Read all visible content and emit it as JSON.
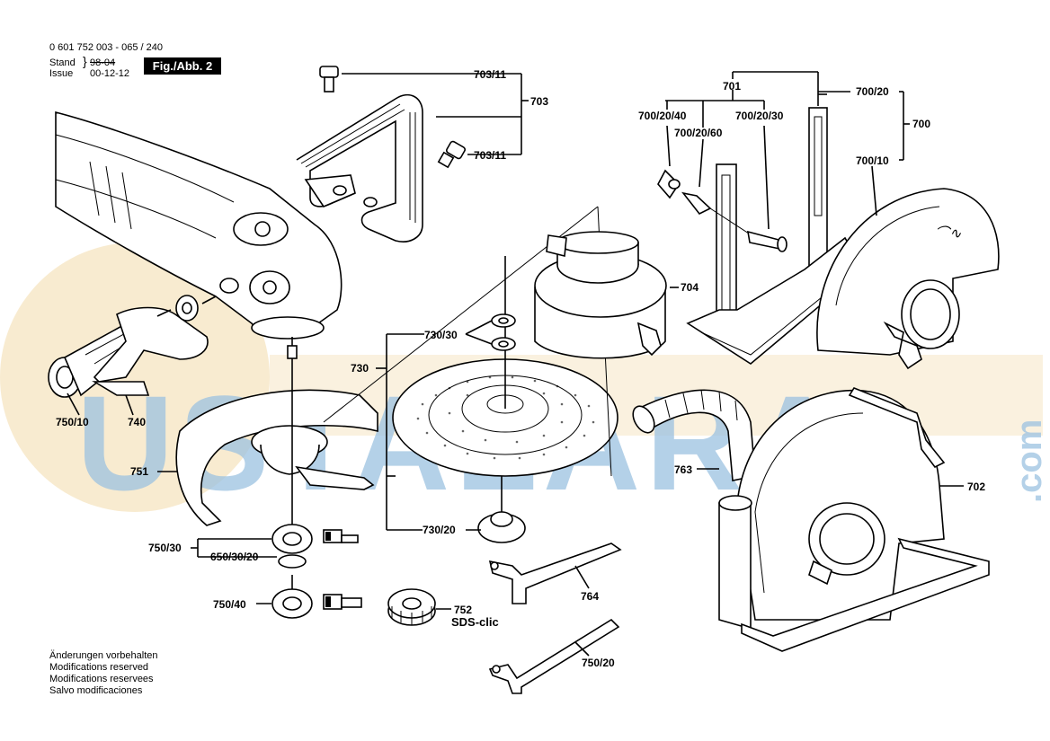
{
  "header": {
    "part_number": "0 601 752 003 - 065 / 240",
    "stand_label": "Stand",
    "issue_label": "Issue",
    "stand_value": "98-04",
    "issue_value": "00-12-12",
    "figure_label": "Fig./Abb. 2"
  },
  "watermark": {
    "text": "USTALARA",
    "suffix": ".com",
    "color": "#8fb9dc",
    "accent_color": "#f3ddb0"
  },
  "callouts": {
    "c703_11_top": "703/11",
    "c703": "703",
    "c703_11_mid": "703/11",
    "c701": "701",
    "c700_20": "700/20",
    "c700_20_40": "700/20/40",
    "c700_20_30": "700/20/30",
    "c700_20_60": "700/20/60",
    "c700": "700",
    "c700_10": "700/10",
    "c704": "704",
    "c730_30": "730/30",
    "c730": "730",
    "c750_10": "750/10",
    "c740": "740",
    "c751": "751",
    "c763": "763",
    "c702": "702",
    "c730_20": "730/20",
    "c750_30": "750/30",
    "c650_30_20": "650/30/20",
    "c764": "764",
    "c750_40": "750/40",
    "c752": "752",
    "c750_20": "750/20",
    "sds_clic": "SDS-clic"
  },
  "modifications": {
    "de": "Änderungen vorbehalten",
    "en": "Modifications reserved",
    "fr": "Modifications reservees",
    "es": "Salvo modificaciones"
  }
}
